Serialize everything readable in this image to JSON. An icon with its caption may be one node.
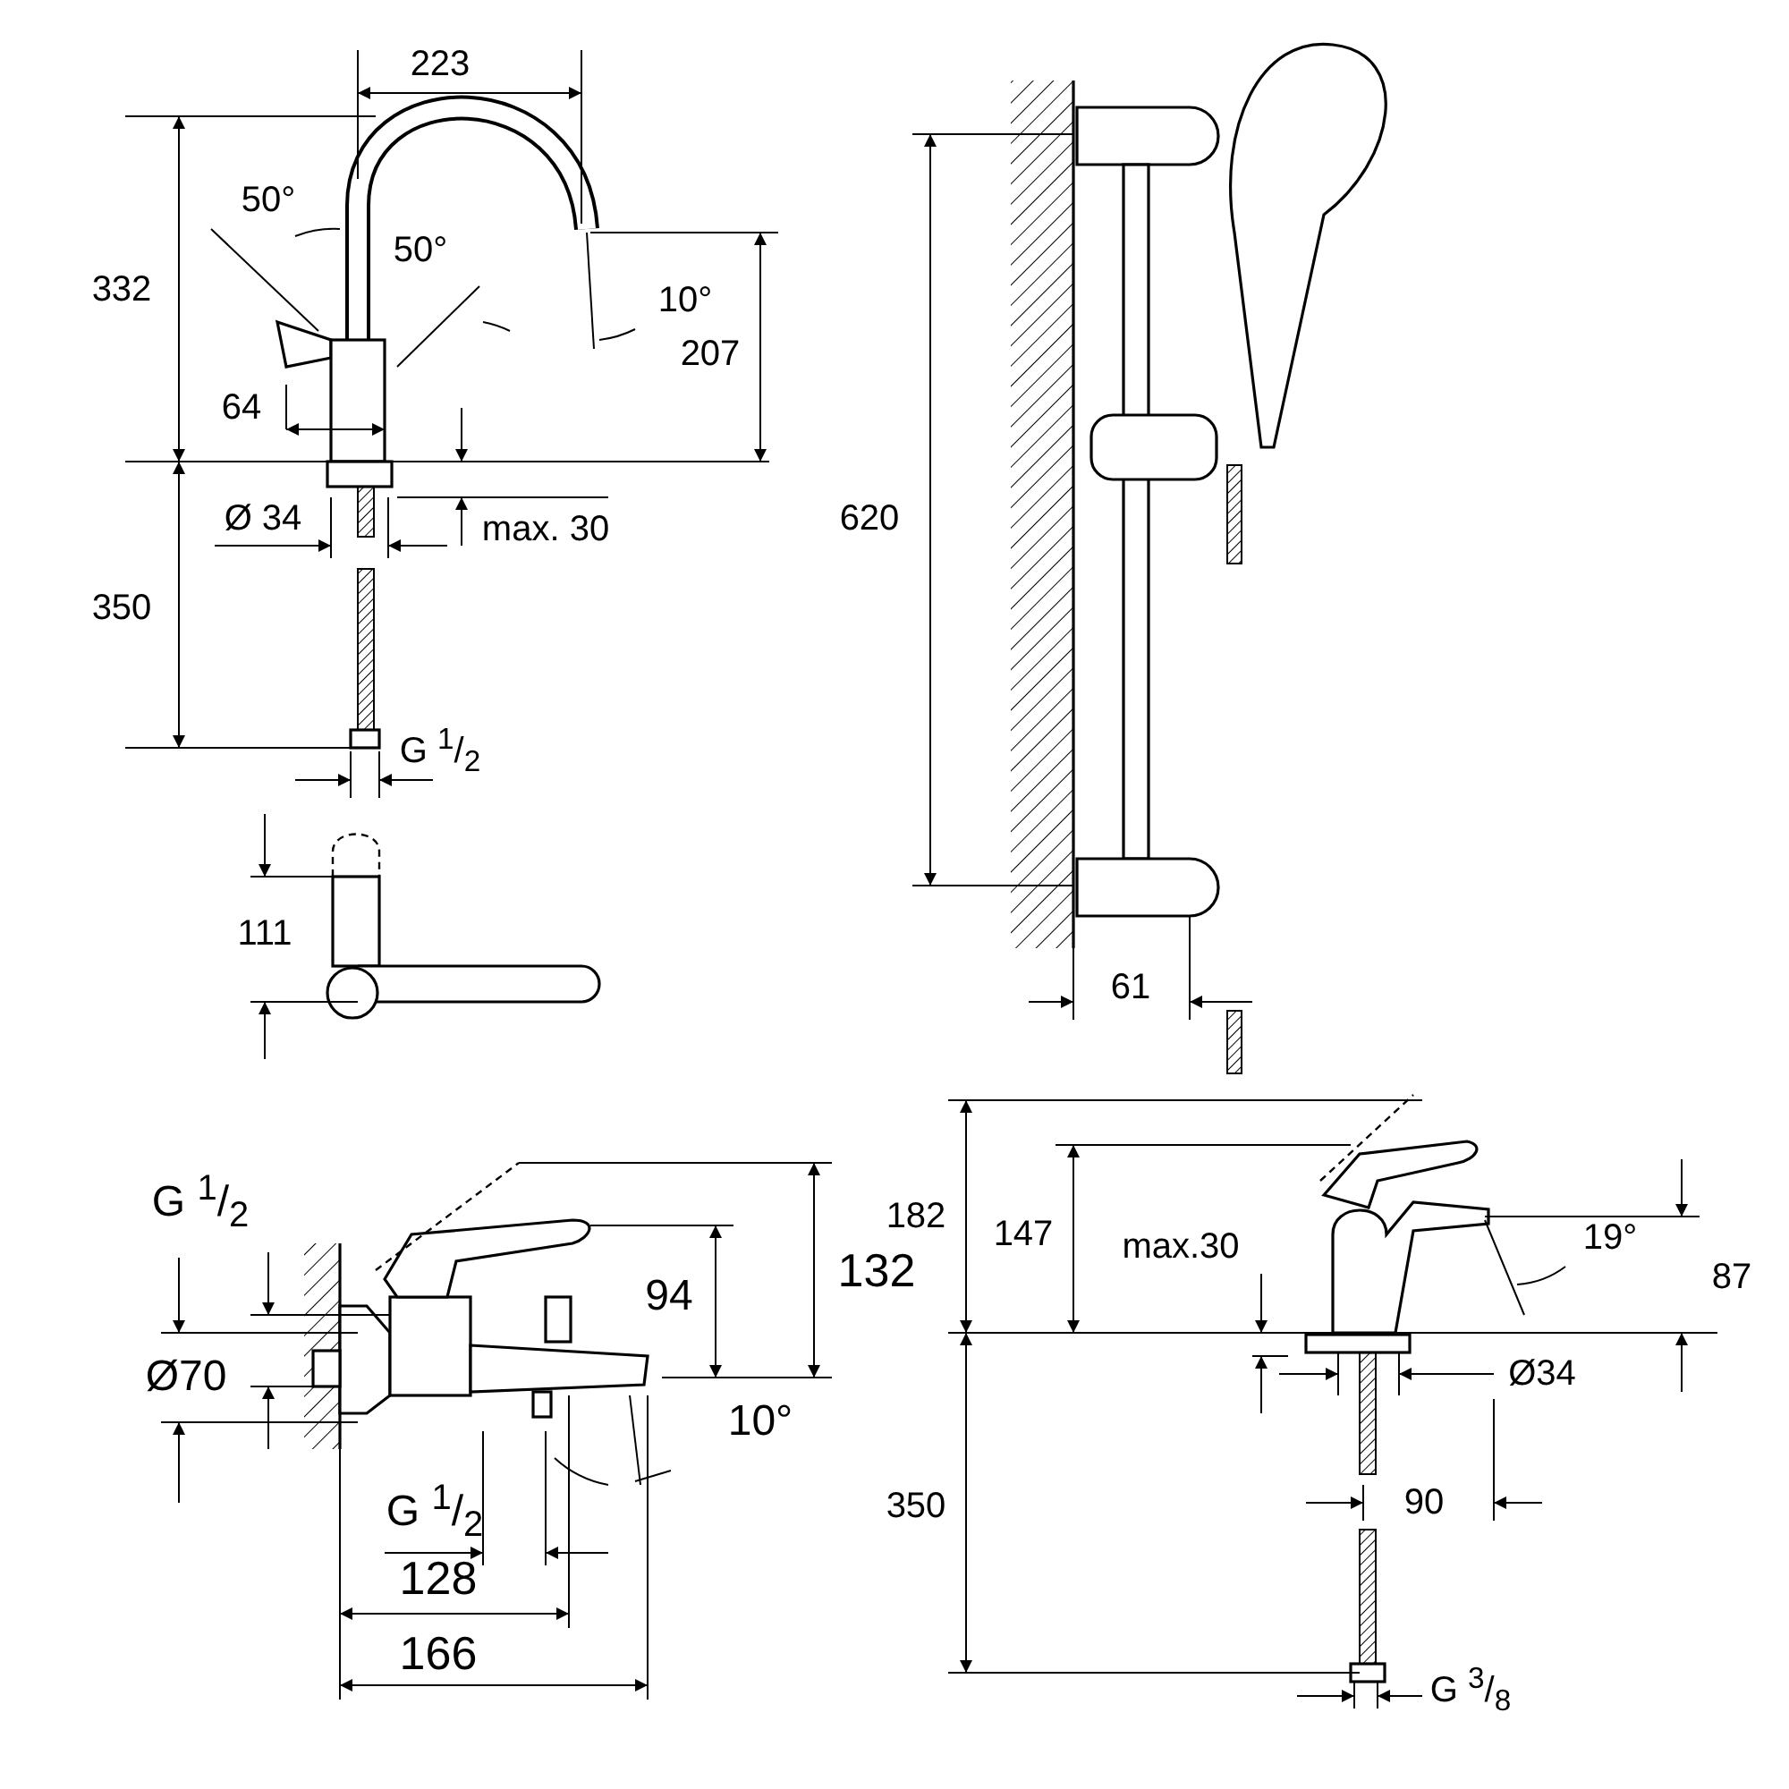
{
  "diagram": {
    "labels": [
      "223",
      "50°",
      "332",
      "50°",
      "10°",
      "207",
      "64",
      "Ø 34",
      "max. 30",
      "350",
      "G $^{1}$/$_{2}$",
      "111",
      "620",
      "61",
      "G $^{1}$/$_{2}$",
      "132",
      "94",
      "Ø70",
      "10°",
      "G $^{1}$/$_{2}$",
      "128",
      "166",
      "182",
      "147",
      "max.30",
      "19°",
      "87",
      "Ø34",
      "90",
      "350",
      "G $^{3}$/$_{8}$"
    ]
  }
}
